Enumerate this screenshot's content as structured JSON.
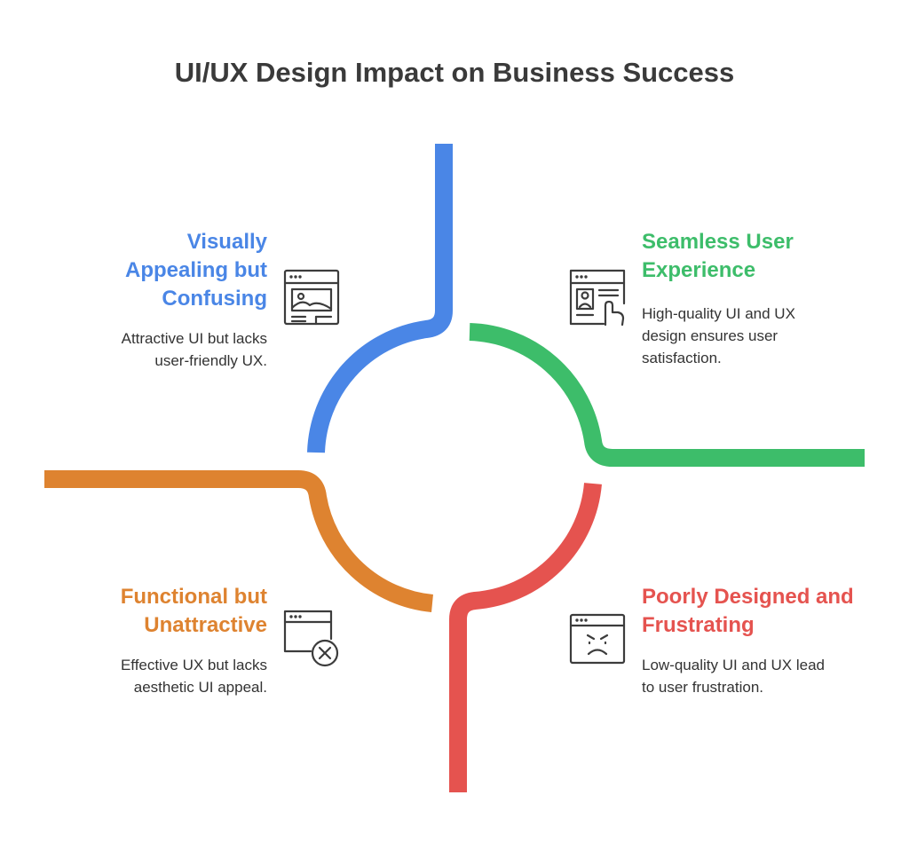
{
  "title": "UI/UX Design Impact on Business Success",
  "colors": {
    "blue": "#4a86e6",
    "green": "#3dbd6a",
    "orange": "#de8330",
    "red": "#e5534f",
    "text": "#333333",
    "icon": "#3c3c3c"
  },
  "quadrants": {
    "top_left": {
      "title_lines": [
        "Visually",
        "Appealing but",
        "Confusing"
      ],
      "desc_lines": [
        "Attractive UI but lacks",
        "user-friendly UX."
      ],
      "icon": "browser-image-icon"
    },
    "top_right": {
      "title_lines": [
        "Seamless User",
        "Experience"
      ],
      "desc_lines": [
        "High-quality UI and UX",
        "design ensures user",
        "satisfaction."
      ],
      "icon": "browser-touch-icon"
    },
    "bottom_left": {
      "title_lines": [
        "Functional but",
        "Unattractive"
      ],
      "desc_lines": [
        "Effective UX but lacks",
        "aesthetic UI appeal."
      ],
      "icon": "browser-error-icon"
    },
    "bottom_right": {
      "title_lines": [
        "Poorly Designed and",
        "Frustrating"
      ],
      "desc_lines": [
        "Low-quality UI and UX lead",
        "to user frustration."
      ],
      "icon": "browser-angry-icon"
    }
  }
}
